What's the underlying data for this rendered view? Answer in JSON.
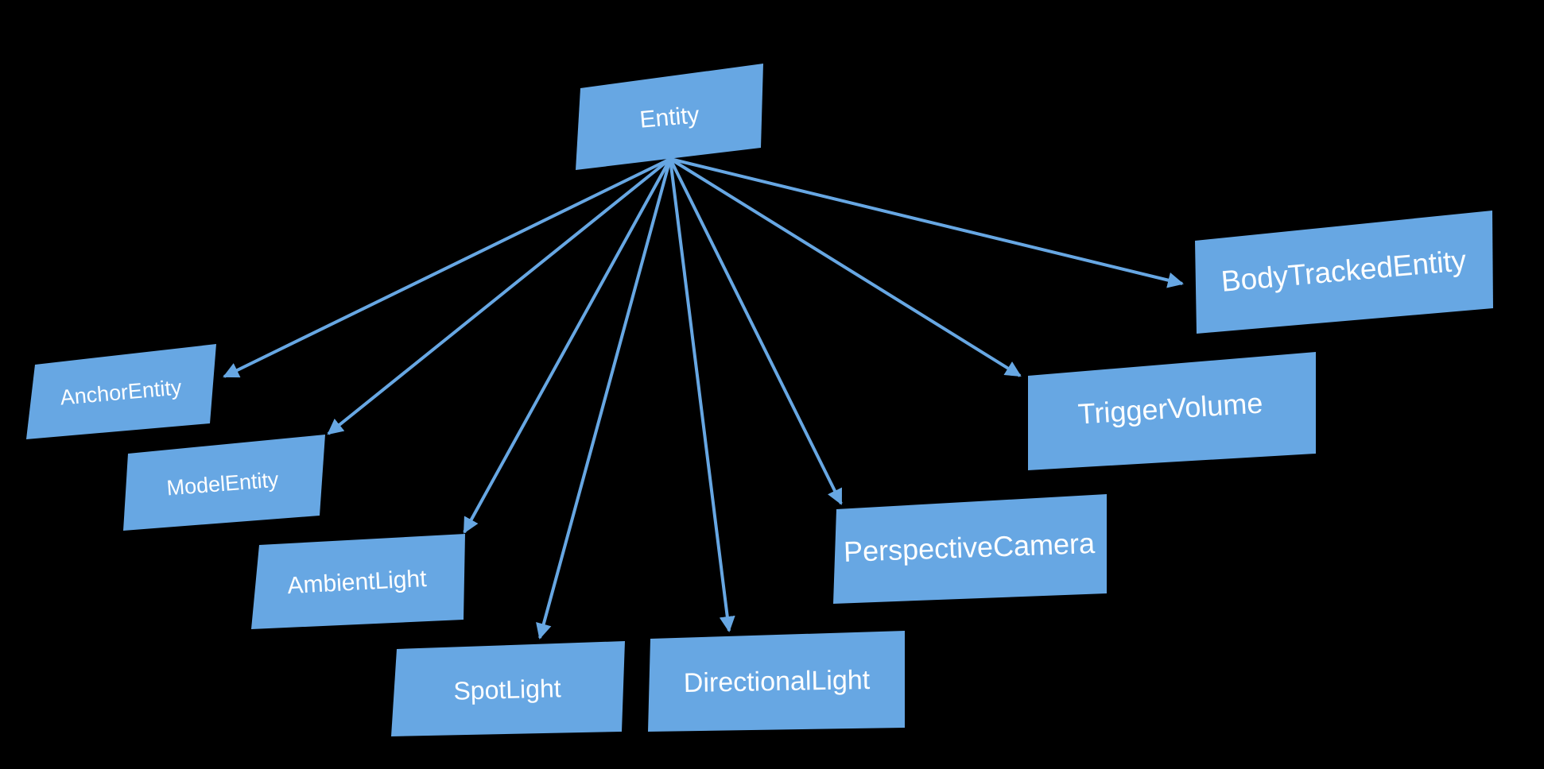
{
  "colors": {
    "background": "#000000",
    "node_fill": "#67a7e3",
    "edge": "#67a7e3",
    "text": "#ffffff"
  },
  "diagram": {
    "root": {
      "id": "entity",
      "label": "Entity"
    },
    "children": [
      {
        "id": "anchor-entity",
        "label": "AnchorEntity"
      },
      {
        "id": "model-entity",
        "label": "ModelEntity"
      },
      {
        "id": "ambient-light",
        "label": "AmbientLight"
      },
      {
        "id": "spot-light",
        "label": "SpotLight"
      },
      {
        "id": "directional-light",
        "label": "DirectionalLight"
      },
      {
        "id": "perspective-camera",
        "label": "PerspectiveCamera"
      },
      {
        "id": "trigger-volume",
        "label": "TriggerVolume"
      },
      {
        "id": "body-tracked-entity",
        "label": "BodyTrackedEntity"
      }
    ]
  }
}
